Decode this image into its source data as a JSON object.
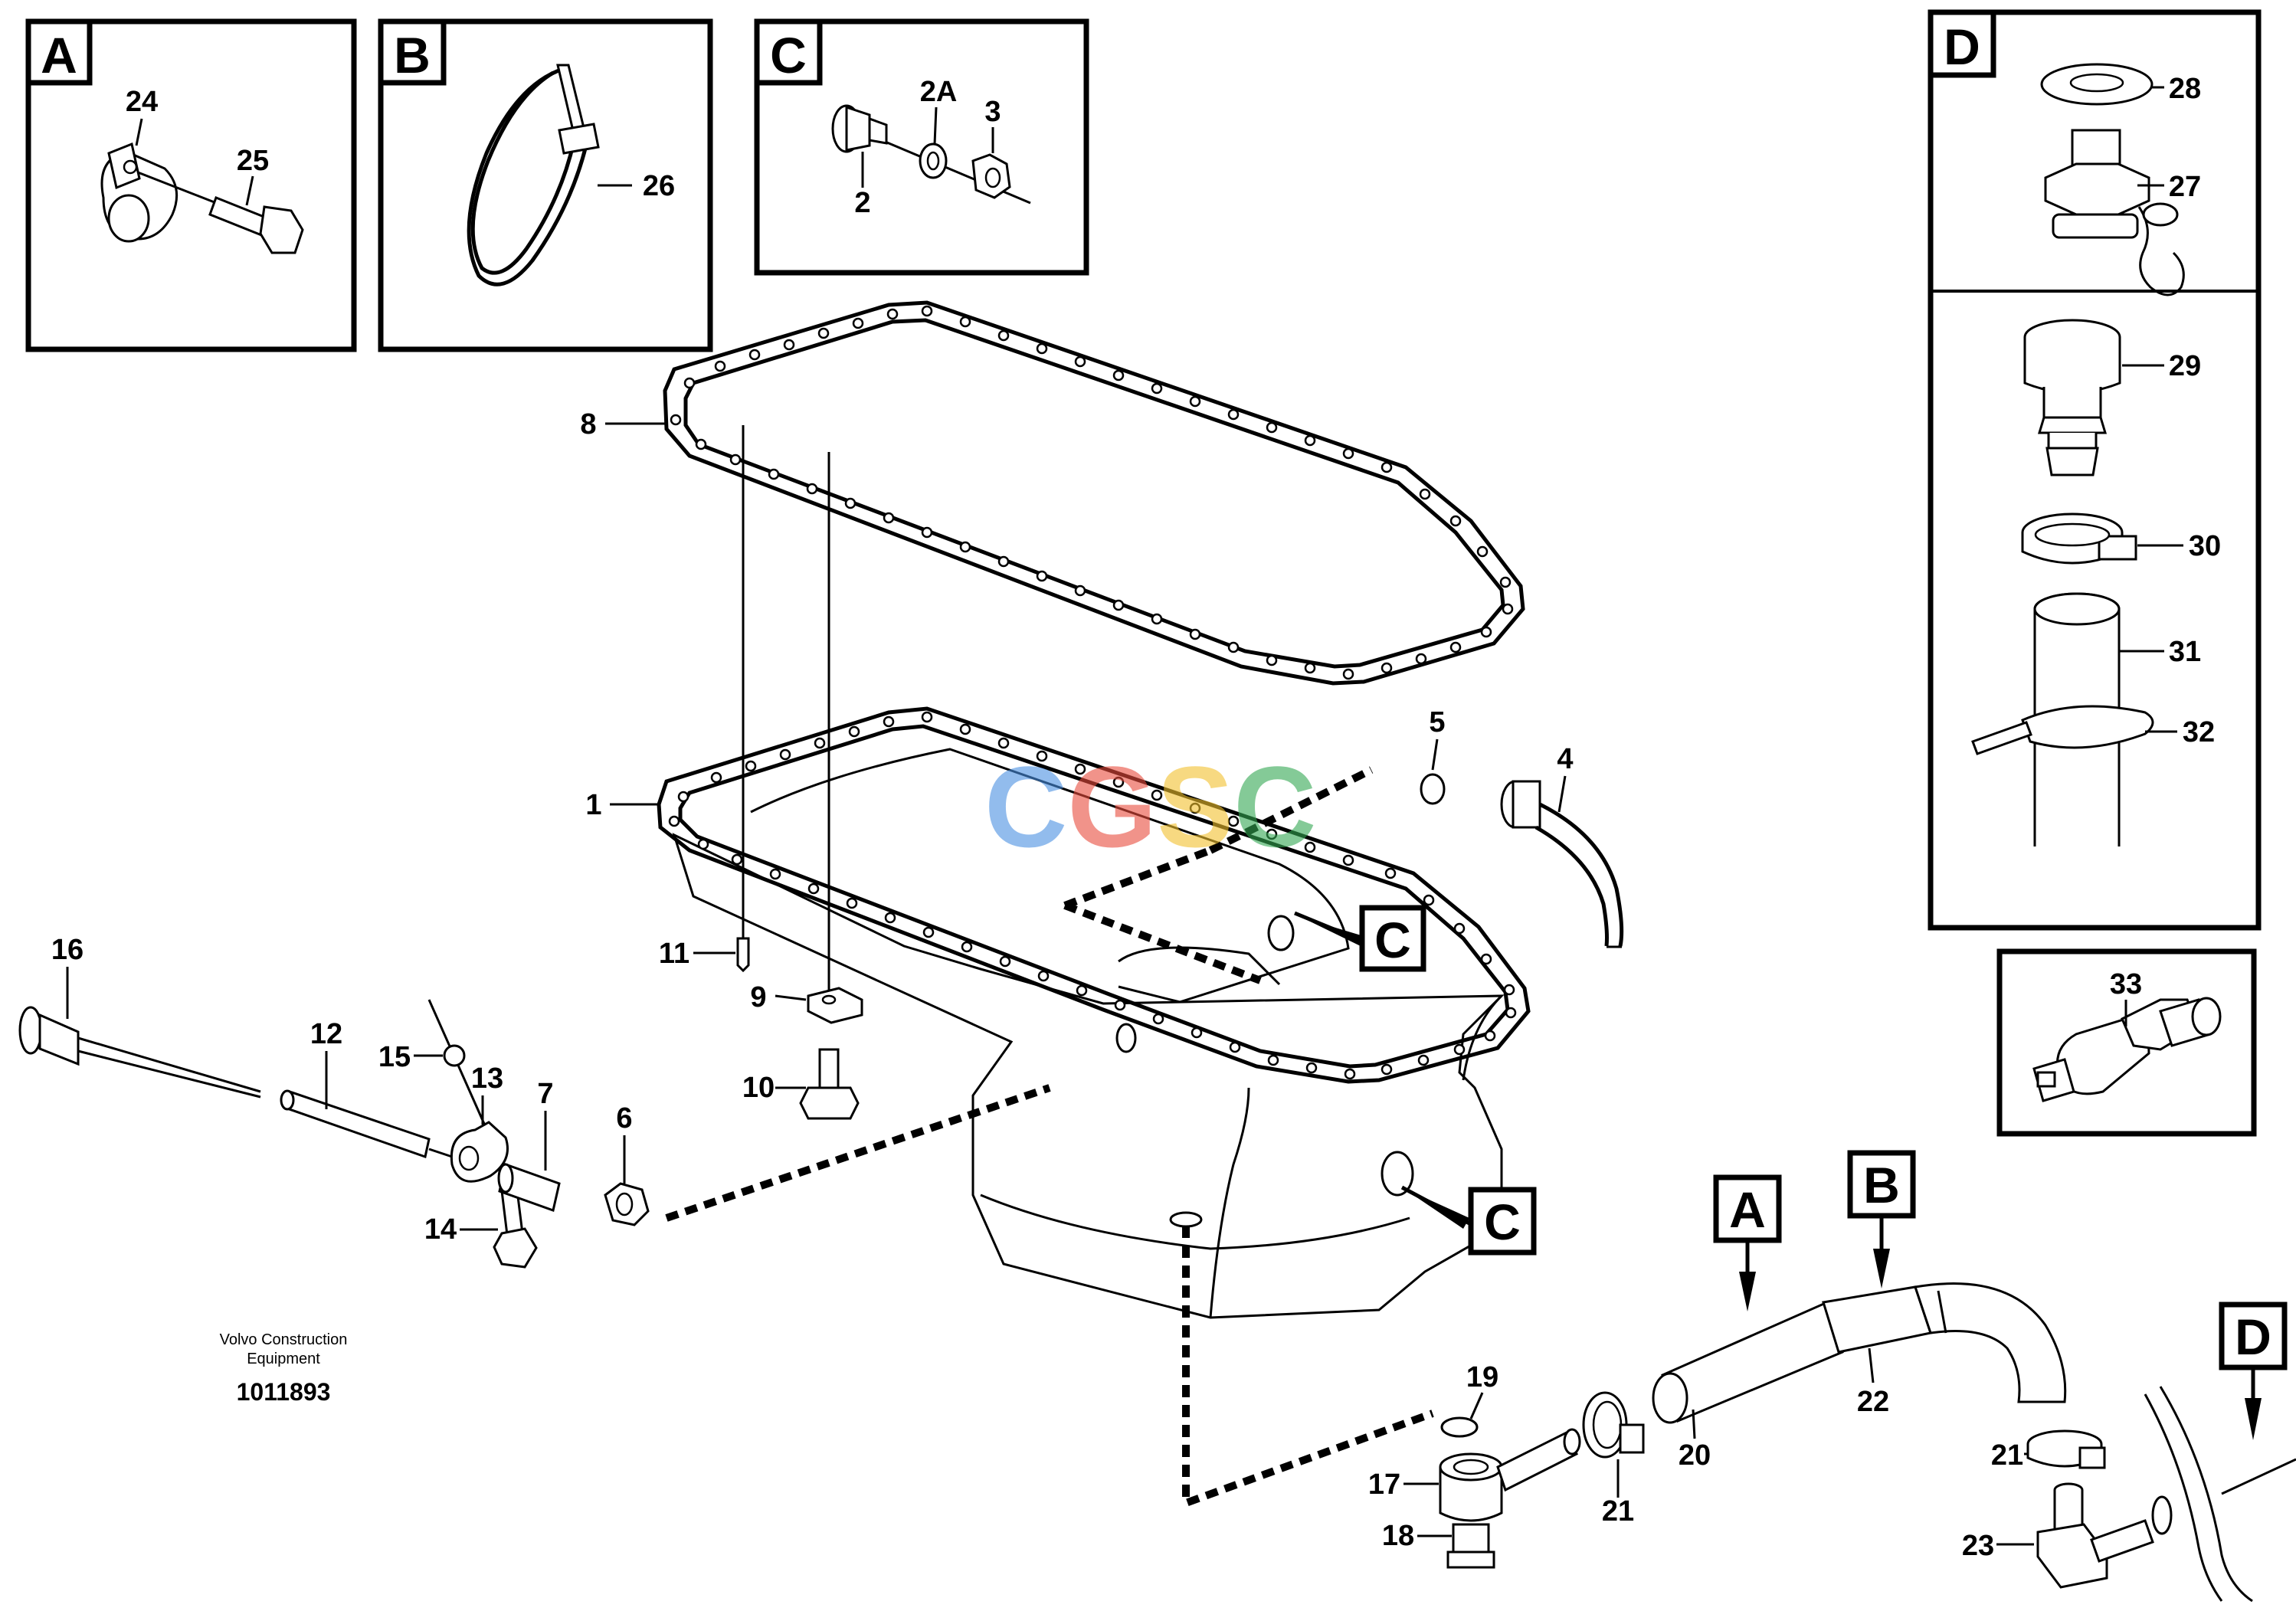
{
  "detail_boxes": [
    {
      "letter": "A",
      "parts": [
        "24",
        "25"
      ]
    },
    {
      "letter": "B",
      "parts": [
        "26"
      ]
    },
    {
      "letter": "C",
      "parts": [
        "2A",
        "3",
        "2"
      ]
    },
    {
      "letter": "D",
      "parts": [
        "28",
        "27",
        "29",
        "30",
        "31",
        "32"
      ]
    },
    {
      "letter": "",
      "parts": [
        "33"
      ]
    }
  ],
  "callouts": [
    "8",
    "1",
    "5",
    "4",
    "16",
    "12",
    "15",
    "13",
    "7",
    "6",
    "14",
    "11",
    "9",
    "10",
    "19",
    "17",
    "18",
    "21",
    "20",
    "22",
    "21",
    "23"
  ],
  "view_markers": [
    "C",
    "C",
    "A",
    "B",
    "D"
  ],
  "credit": {
    "line1": "Volvo Construction",
    "line2": "Equipment",
    "number": "1011893"
  },
  "watermark": {
    "text": "CGSC",
    "colors": [
      "#4a90e2",
      "#e94c3d",
      "#f2c12e",
      "#34a853"
    ]
  }
}
